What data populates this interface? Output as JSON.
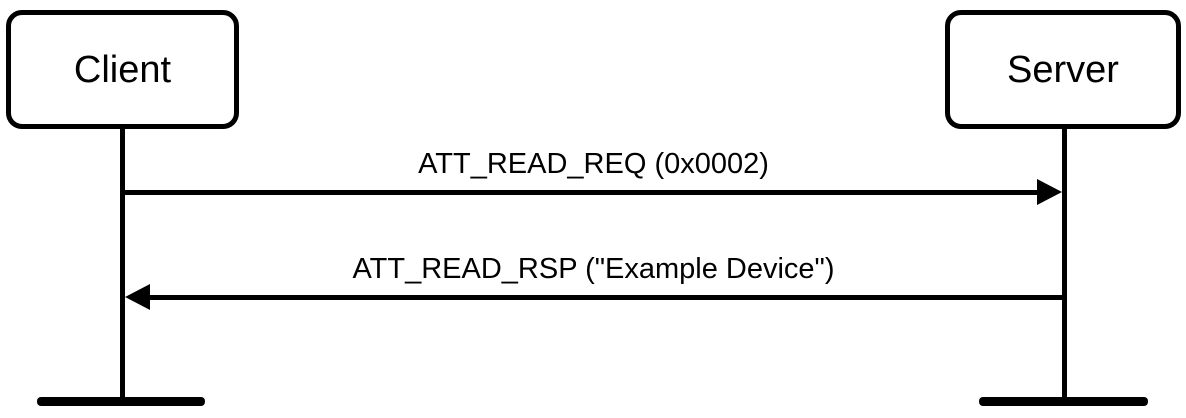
{
  "diagram": {
    "type": "sequence-diagram",
    "background_color": "#ffffff",
    "line_color": "#000000",
    "actors": [
      {
        "id": "client",
        "label": "Client"
      },
      {
        "id": "server",
        "label": "Server"
      }
    ],
    "messages": [
      {
        "label": "ATT_READ_REQ (0x0002)",
        "from": "client",
        "to": "server",
        "direction": "right"
      },
      {
        "label": "ATT_READ_RSP (\"Example Device\")",
        "from": "server",
        "to": "client",
        "direction": "left"
      }
    ]
  }
}
